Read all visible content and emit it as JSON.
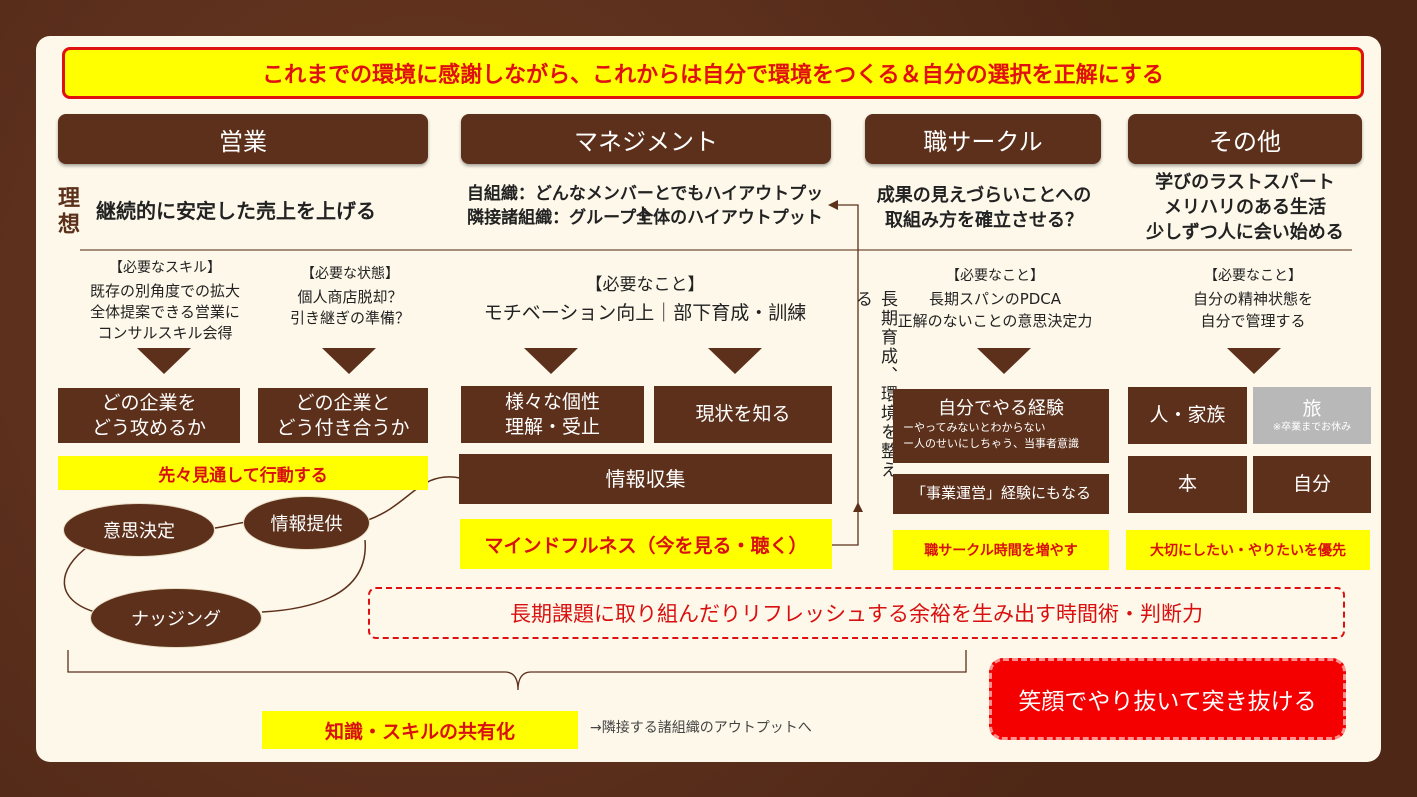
{
  "banner": "これまでの環境に感謝しながら、これからは自分で環境をつくる＆自分の選択を正解にする",
  "headers": [
    "営業",
    "マネジメント",
    "職サークル",
    "その他"
  ],
  "ideal_label": "理想",
  "ideals": {
    "sales": "継続的に安定した売上を上げる",
    "mgmt_1": "自組織：どんなメンバーとでもハイアウトプット",
    "mgmt_2": "隣接諸組織：グループ全体のハイアウトプット",
    "circle_1": "成果の見えづらいことへの",
    "circle_2": "取組み方を確立させる？",
    "other_1": "学びのラストスパート",
    "other_2": "メリハリのある生活",
    "other_3": "少しずつ人に会い始める"
  },
  "needs": {
    "sales_skill_title": "【必要なスキル】",
    "sales_skill_1": "既存の別角度での拡大",
    "sales_skill_2": "全体提案できる営業に",
    "sales_skill_3": "コンサルスキル会得",
    "sales_state_title": "【必要な状態】",
    "sales_state_1": "個人商店脱却？",
    "sales_state_2": "引き継ぎの準備？",
    "mgmt_title": "【必要なこと】",
    "mgmt_1": "モチベーション向上｜部下育成・訓練",
    "circle_title": "【必要なこと】",
    "circle_1": "長期スパンのPDCA",
    "circle_2": "正解のないことの意思決定力",
    "other_title": "【必要なこと】",
    "other_1": "自分の精神状態を",
    "other_2": "自分で管理する"
  },
  "boxes": {
    "sales_a_1": "どの企業を",
    "sales_a_2": "どう攻めるか",
    "sales_b_1": "どの企業と",
    "sales_b_2": "どう付き合うか",
    "mgmt_a_1": "様々な個性",
    "mgmt_a_2": "理解・受止",
    "mgmt_b": "現状を知る",
    "mgmt_info": "情報収集",
    "circle_main": "自分でやる経験",
    "circle_sub_1": "ーやってみないとわからない",
    "circle_sub_2": "ー人のせいにしちゃう、当事者意識",
    "circle_biz": "「事業運営」経験にもなる",
    "other_family": "人・家族",
    "other_travel": "旅",
    "other_travel_note": "※卒業までお休み",
    "other_book": "本",
    "other_self": "自分"
  },
  "highlights": {
    "sales": "先々見通して行動する",
    "mgmt": "マインドフルネス（今を見る・聴く）",
    "circle": "職サークル時間を増やす",
    "other": "大切にしたい・やりたいを優先",
    "share": "知識・スキルの共有化"
  },
  "ovals": [
    "意思決定",
    "情報提供",
    "ナッジング"
  ],
  "vertical_note": "長期育成、環境を整える",
  "time_skill": "長期課題に取り組んだりリフレッシュする余裕を生み出す時間術・判断力",
  "share_note": "→隣接する諸組織のアウトプットへ",
  "final": "笑顔でやり抜いて突き抜ける",
  "colors": {
    "brown": "#5c301b",
    "yellow": "#ffff00",
    "red": "#e01010",
    "card": "#fdf8ea"
  }
}
